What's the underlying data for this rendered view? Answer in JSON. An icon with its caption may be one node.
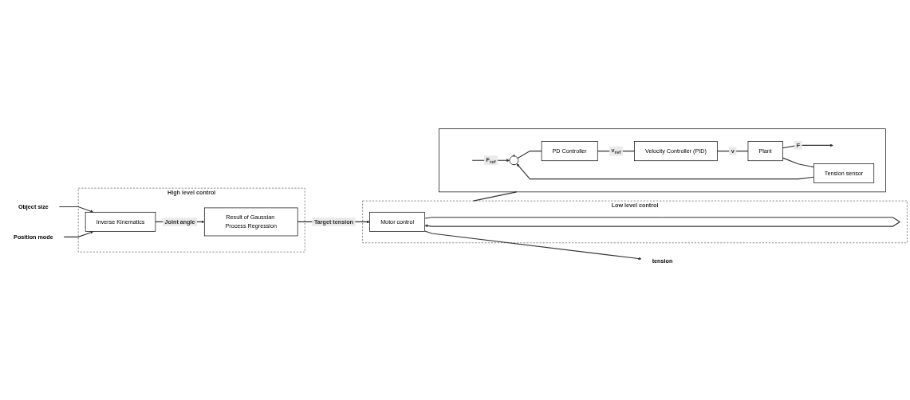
{
  "diagram": {
    "nodes": [
      {
        "text": [
          "High level control"
        ]
      },
      {
        "text": [
          "Object size"
        ]
      },
      {
        "text": [
          "Position mode"
        ]
      },
      {
        "text": [
          "Inverse Kinematics"
        ],
        "in": 0
      },
      {
        "text": [
          "Result of Gaussian Process Regression"
        ],
        "in": 0
      },
      {
        "text": [
          "Low level control"
        ]
      },
      {
        "text": [
          "Motor control"
        ],
        "in": 5
      },
      {
        "text": [
          "tension"
        ]
      },
      {
        "text": [],
        "shape": "box"
      },
      {
        "text": [
          "+",
          "−"
        ],
        "in": 8
      },
      {
        "text": [
          "PD Controller"
        ],
        "in": 8
      },
      {
        "text": [
          "Velocity Controller (PID)"
        ],
        "in": 8
      },
      {
        "text": [
          "Plant"
        ],
        "in": 8
      },
      {
        "text": [
          "Tension sensor"
        ],
        "in": 8
      }
    ],
    "edges": [
      {
        "from": 1,
        "to": 3,
        "arrow": "to"
      },
      {
        "from": 2,
        "to": 3,
        "arrow": "to"
      },
      {
        "from": 3,
        "to": 4,
        "arrow": "to",
        "label": "Joint angle"
      },
      {
        "from": 4,
        "to": 6,
        "arrow": "to",
        "label": "Target tension"
      },
      {
        "from": 6,
        "to": 7,
        "arrow": "to"
      },
      {
        "from": 6,
        "to": 6,
        "arrow": "to"
      },
      {
        "from": 5,
        "to": 8,
        "arrow": "none"
      },
      {
        "from": null,
        "to": 9,
        "arrow": "to",
        "label": "F$_{ref}$"
      },
      {
        "from": 9,
        "to": 10,
        "arrow": "none"
      },
      {
        "from": 10,
        "to": 11,
        "arrow": "none",
        "label": "v$_{ref}$"
      },
      {
        "from": 11,
        "to": 12,
        "arrow": "none",
        "label": "v"
      },
      {
        "from": 12,
        "to": null,
        "arrow": "to",
        "label": "F"
      },
      {
        "from": 12,
        "to": 13,
        "arrow": "none"
      },
      {
        "from": 13,
        "to": 9,
        "arrow": "to"
      }
    ]
  }
}
